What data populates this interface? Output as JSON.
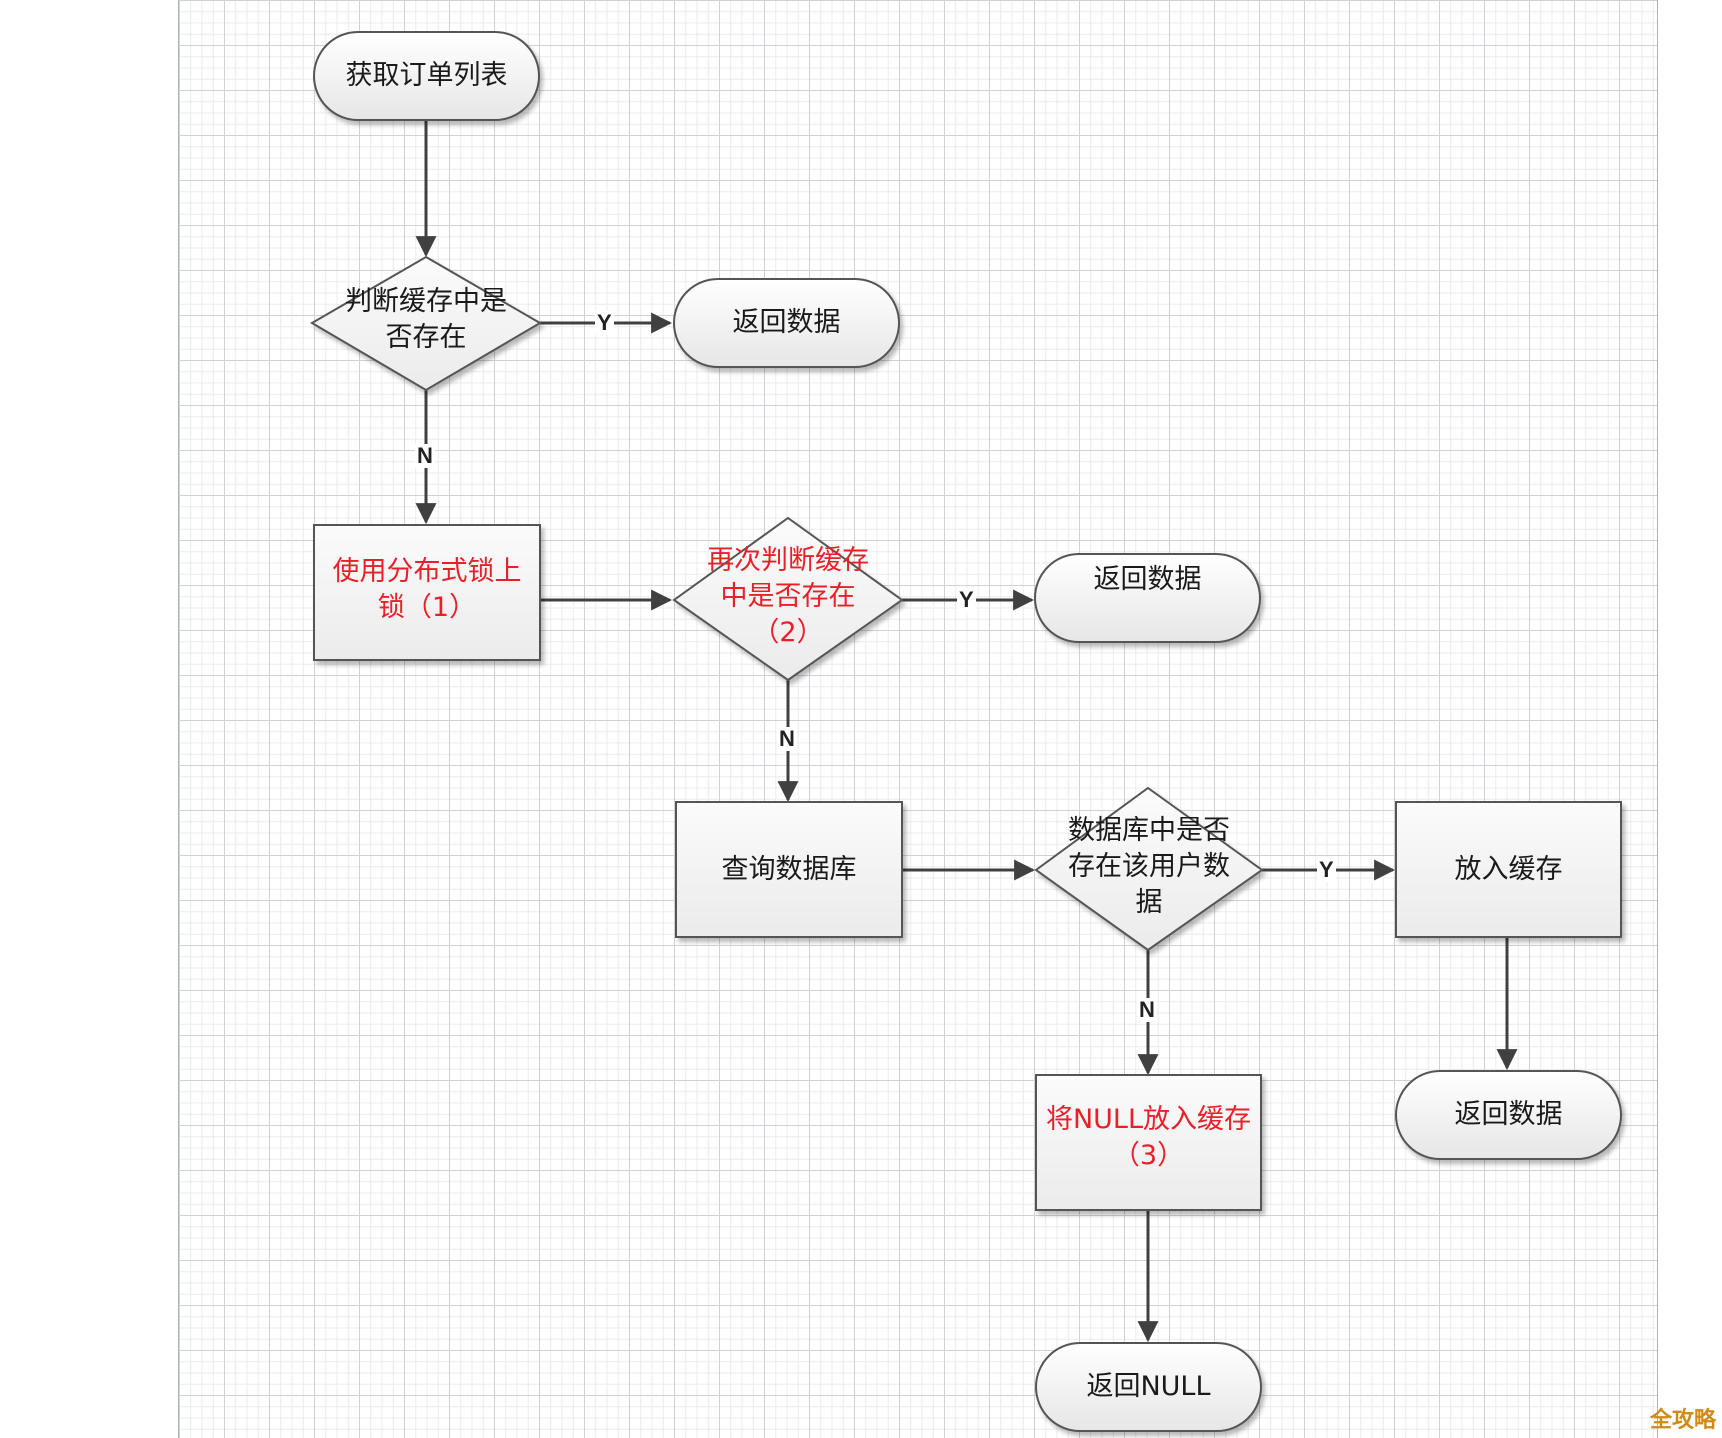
{
  "nodes": {
    "start": "获取订单列表",
    "check_cache_1": "判断缓存中是\n否存在",
    "return_data_1": "返回数据",
    "lock": "使用分布式锁上\n锁（1）",
    "check_cache_2": "再次判断缓存\n中是否存在\n（2）",
    "return_data_2": "返回数据",
    "query_db": "查询数据库",
    "check_db": "数据库中是否\n存在该用户数\n据",
    "put_cache": "放入缓存",
    "return_data_3": "返回数据",
    "put_null": "将NULL放入缓存\n（3）",
    "return_null": "返回NULL"
  },
  "edge_labels": {
    "yes": "Y",
    "no": "N"
  },
  "colors": {
    "highlight_text": "#e8202a",
    "shape_stroke": "#555555",
    "arrow": "#404040"
  },
  "watermark": "全攻略"
}
